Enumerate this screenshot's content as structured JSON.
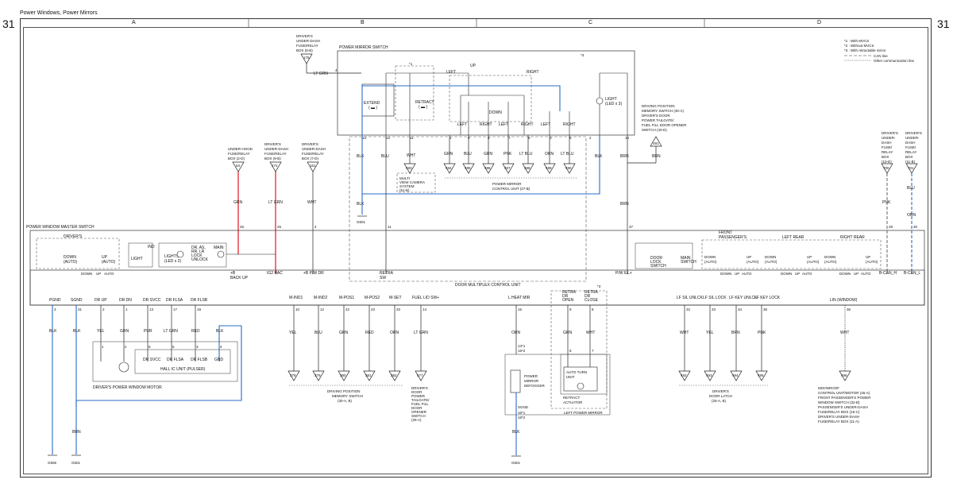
{
  "doc_title": "Power Windows, Power Mirrors",
  "page_number": "31",
  "columns": [
    "A",
    "B",
    "C",
    "D"
  ],
  "legend": {
    "n1": "*1 : With MVCS",
    "n2": "*2 : Without MVCS",
    "n3": "*3 : With retractable mirror",
    "can": "CAN line",
    "other": "Other communication line"
  },
  "mirror_switch": {
    "title": "POWER MIRROR SWITCH",
    "extend": "EXTEND",
    "extend_sym": "( ▬ )",
    "retract": "RETRACT",
    "retract_sym": "( ▬ )",
    "left_top": "LEFT",
    "up": "UP",
    "right_top": "RIGHT",
    "down": "DOWN",
    "light": "LIGHT",
    "light_sub": "(LED x 3)",
    "n1": "*1",
    "n3": "*3",
    "pins": [
      "13",
      "12",
      "11",
      "1",
      "9",
      "8",
      "7",
      "6",
      "3",
      "5",
      "2",
      "10"
    ],
    "sw_labels": [
      "LEFT",
      "RIGHT",
      "LEFT",
      "RIGHT",
      "LEFT",
      "RIGHT"
    ]
  },
  "fuse_175": {
    "lines": [
      "DRIVER'S",
      "UNDER-DASH",
      "FUSE/RELAY",
      "BOX (8-B)"
    ],
    "num": "175",
    "wire": "LT GRN",
    "pin": "4"
  },
  "mvcs": {
    "lines": [
      "MULTI",
      "VIEW CAMERA",
      "SYSTEM",
      "(51-B)"
    ],
    "num": "483",
    "wire": "WHT"
  },
  "mcu_connectors": [
    {
      "wire": "GRN",
      "num": "484"
    },
    {
      "wire": "BLU",
      "num": "485"
    },
    {
      "wire": "GRN",
      "num": "486"
    },
    {
      "wire": "PNK",
      "num": "487"
    },
    {
      "wire": "LT BLU",
      "num": "488"
    },
    {
      "wire": "ORN",
      "num": "489"
    },
    {
      "wire": "LT BLU",
      "num": "490"
    }
  ],
  "mcu_label": [
    "POWER MIRROR",
    "CONTROL UNIT (27-B)"
  ],
  "dpms": {
    "lines": [
      "DRIVING POSITION",
      "MEMORY SWITCH (30-A)",
      "DRIVER'S DOOR",
      "POWER TAILGATE/",
      "FUEL FILL DOOR OPENER",
      "SWITCH (40-D)"
    ],
    "num": "491"
  },
  "top_wires": {
    "blk": "BLK",
    "blu": "BLU",
    "blk2": "BLK",
    "brn": "BRN",
    "brn2": "BRN",
    "blk3": "BLK",
    "g501": "G501"
  },
  "top_fuses": [
    {
      "lines": [
        "UNDER-HOOD",
        "FUSE/RELAY",
        "BOX (2-D)"
      ],
      "num": "53",
      "wire": "GRN",
      "pin": "26"
    },
    {
      "lines": [
        "DRIVER'S",
        "UNDER-DASH",
        "FUSE/RELAY",
        "BOX (9-B)"
      ],
      "num": "172",
      "wire": "LT GRN",
      "pin": "25"
    },
    {
      "lines": [
        "DRIVER'S",
        "UNDER-DASH",
        "FUSE/RELAY",
        "BOX (7-D)"
      ],
      "num": "161",
      "wire": "WHT",
      "pin": "4"
    }
  ],
  "right_fuses": [
    {
      "lines": [
        "DRIVER'S",
        "UNDER-",
        "DASH",
        "FUSE/",
        "RELAY",
        "BOX",
        "(10-D)"
      ],
      "num": "700",
      "wire": "PNK",
      "pin": "28"
    },
    {
      "lines": [
        "DRIVER'S",
        "UNDER-",
        "DASH",
        "FUSE/",
        "RELAY",
        "BOX",
        "(11-B)"
      ],
      "num": "701",
      "wire": "BLU",
      "wire2": "ORN",
      "pin": "30"
    }
  ],
  "pin_11": "11",
  "pin_37": "37",
  "master": {
    "title": "POWER WINDOW MASTER SWITCH",
    "drivers": "DRIVER'S",
    "down_auto": "DOWN",
    "auto": "(AUTO)",
    "up": "UP",
    "down_up_auto": [
      "DOWN",
      "UP",
      "AUTO"
    ],
    "ind": "IND",
    "light": "LIGHT",
    "lights_led": [
      "LIGHTS",
      "(LED x 2)"
    ],
    "lock": [
      "DR, AS,",
      "RR, LR",
      "LOCK",
      "UNLOCK"
    ],
    "main": "MAIN",
    "b_backup": [
      "+B",
      "BACK UP"
    ],
    "ig2": "IG2 HAC",
    "bpwdr": "+B P/W DR",
    "retra": [
      "RETRA",
      "SW"
    ],
    "dmcu": "DOOR MULTIPLEX CONTROL UNIT",
    "pwill": "P/W ILL+",
    "door_lock": [
      "DOOR",
      "LOCK",
      "SWITCH"
    ],
    "main_switch": [
      "MAIN",
      "SWITCH"
    ],
    "front_pass": [
      "FRONT",
      "PASSENGER'S"
    ],
    "left_rear": "LEFT REAR",
    "right_rear": "RIGHT REAR",
    "bcan_h": "B-CAN_H",
    "bcan_l": "B-CAN_L",
    "pins": [
      {
        "label": "PGND",
        "pin": "3",
        "wire": "BLK"
      },
      {
        "label": "SGND",
        "pin": "31",
        "wire": "BLK"
      },
      {
        "label": "DR UP",
        "pin": "2",
        "wire": "YEL"
      },
      {
        "label": "DR DN",
        "pin": "1",
        "wire": "GRN"
      },
      {
        "label": "DR SVCC",
        "pin": "13",
        "wire": "PUR"
      },
      {
        "label": "DR FLSA",
        "pin": "17",
        "wire": "LT GRN"
      },
      {
        "label": "DR FLSB",
        "pin": "19",
        "wire": "RED"
      }
    ],
    "mpins": [
      {
        "label": "M-IND1",
        "pin": "10",
        "wire": "YEL",
        "num": "378"
      },
      {
        "label": "M-IND2",
        "pin": "12",
        "wire": "BLU",
        "num": "379"
      },
      {
        "label": "M-POS1",
        "pin": "22",
        "wire": "GRN",
        "num": "380"
      },
      {
        "label": "M-POS2",
        "pin": "23",
        "wire": "RED",
        "num": "381"
      },
      {
        "label": "M-SET",
        "pin": "20",
        "wire": "ORN",
        "num": "382"
      },
      {
        "label": "FUEL LID SW+",
        "pin": "14",
        "wire": "LT GRN",
        "num": "577"
      }
    ],
    "heat": {
      "label": "L HEAT MIR",
      "pin": "15",
      "wire": "ORN"
    },
    "retra_open": {
      "label": [
        "RETRA",
        "DR",
        "OPEN"
      ],
      "pin": "9",
      "wire": "GRN",
      "pin2": "8"
    },
    "retra_close": {
      "label": [
        "RETRA",
        "DR",
        "CLOSE"
      ],
      "pin": "8",
      "wire": "WHT",
      "pin2": "7"
    },
    "right_pins": [
      {
        "label": "LF SIL UNLCK",
        "pin": "32",
        "wire": "WHT",
        "num": "492"
      },
      {
        "label": "LF SIL LOCK",
        "pin": "33",
        "wire": "YEL",
        "num": "493"
      },
      {
        "label": "LF KEY UNLCK",
        "pin": "34",
        "wire": "BRN",
        "num": "494"
      },
      {
        "label": "LF KEY LOCK",
        "pin": "35",
        "wire": "PNK",
        "num": "495"
      }
    ],
    "lin": {
      "label": "LIN (WINDOW)",
      "pin": "36",
      "wire": "WHT",
      "num": "496"
    }
  },
  "motor": {
    "title": "DRIVER'S POWER WINDOW MOTOR",
    "hall": "HALL IC UNIT (PULSER)",
    "pins": [
      "1",
      "2",
      "6",
      "5",
      "3",
      "4"
    ],
    "labels": [
      "DR SVCC",
      "DR FLSA",
      "DR FLSB",
      "GND"
    ],
    "blk": "BLK"
  },
  "bottom": {
    "g506": "G506",
    "g501a": "G501",
    "brn": "BRN",
    "dpms_label": [
      "DRIVING POSITION",
      "MEMORY SWITCH",
      "(30-A, B)"
    ],
    "fuel_label": [
      "DRIVER'S",
      "DOOR",
      "POWER",
      "TAILGATE/",
      "FUEL FILL",
      "DOOR",
      "OPENER",
      "SWITCH",
      "(25-A)"
    ],
    "mirror_defog": [
      "POWER",
      "MIRROR",
      "DEFOGGER"
    ],
    "pin13": "13*1",
    "pin15": "15*2",
    "pin16": "16*1",
    "pin18": "18*2",
    "sgnd": "SGND",
    "blk": "BLK",
    "g501b": "G501",
    "auto_turn": [
      "AUTO TURN",
      "UNIT"
    ],
    "retract_act": [
      "RETRACT",
      "ACTUATOR"
    ],
    "left_mirror": "LEFT POWER MIRROR",
    "n3": "*3",
    "latch": [
      "DRIVER'S",
      "DOOR LATCH",
      "(25-A, B)"
    ],
    "moonroof": [
      "MOONROOF",
      "CONTROL UNIT/MOTOR (45-A)",
      "FRONT PASSENGER'S POWER",
      "WINDOW SWITCH (32-B)",
      "PASSENGER'S UNDER-DASH",
      "FUSE/RELAY BOX (15-C)",
      "DRIVER'S UNDER-DASH",
      "FUSE/RELAY BOX (11-A)"
    ]
  },
  "colors": {
    "power": "#e3262c",
    "ground": "#2a6cc4",
    "wire": "#222222"
  }
}
